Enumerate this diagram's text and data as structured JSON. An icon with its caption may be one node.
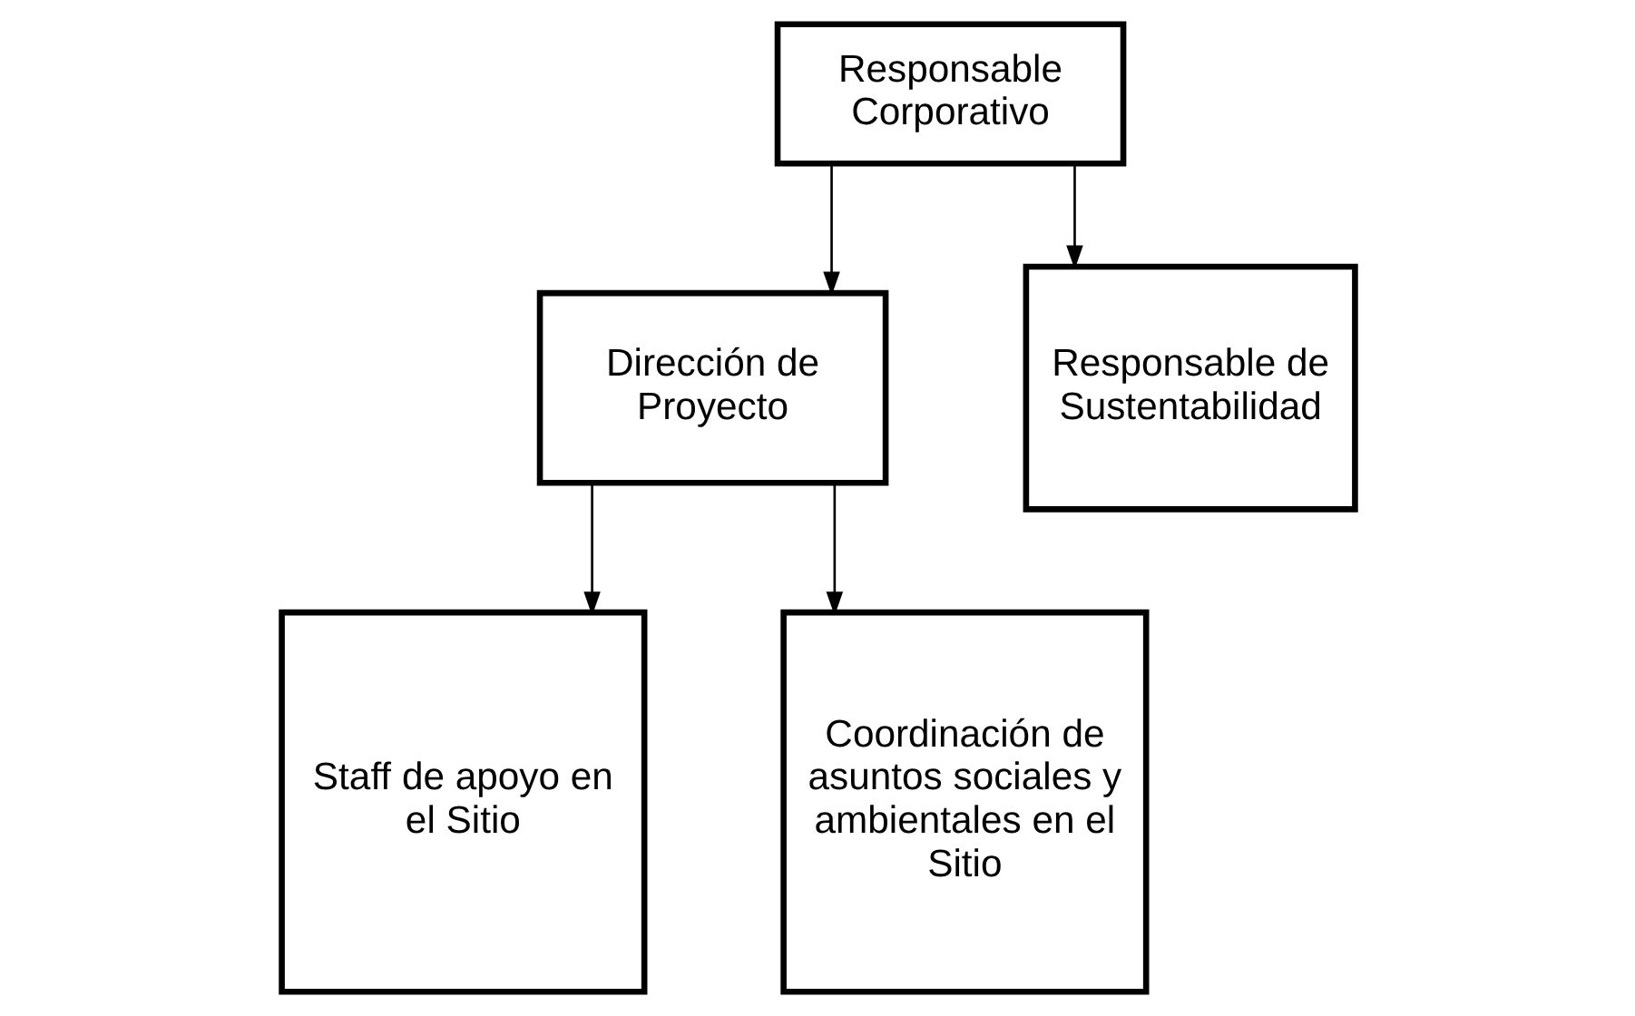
{
  "diagram": {
    "nodes": [
      {
        "text": [
          "Responsable Corporativo"
        ]
      },
      {
        "text": [
          "Dirección de Proyecto"
        ]
      },
      {
        "text": [
          "Responsable de Sustentabilidad"
        ]
      },
      {
        "text": [
          "Staff de apoyo en el Sitio"
        ]
      },
      {
        "text": [
          "Coordinación de asuntos sociales y ambientales en el Sitio"
        ]
      }
    ],
    "edges": [
      {
        "from": 0,
        "to": 1,
        "arrow": "to"
      },
      {
        "from": 0,
        "to": 2,
        "arrow": "to"
      },
      {
        "from": 1,
        "to": 3,
        "arrow": "to"
      },
      {
        "from": 1,
        "to": 4,
        "arrow": "to"
      }
    ]
  }
}
